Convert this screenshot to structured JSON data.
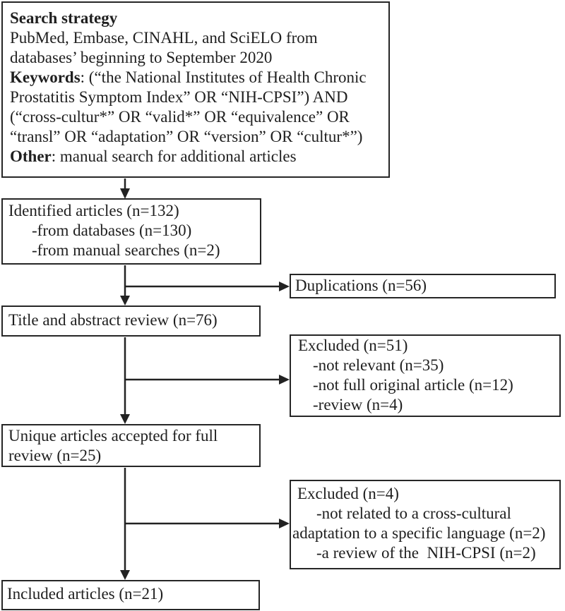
{
  "diagram": {
    "search_box": {
      "lines": [
        {
          "bold": "Search strategy",
          "text": ""
        },
        {
          "bold": "",
          "text": "PubMed, Embase, CINAHL, and SciELO from"
        },
        {
          "bold": "",
          "text": "databases’ beginning to September 2020"
        },
        {
          "bold": "Keywords",
          "text": ": (“the National Institutes of Health Chronic"
        },
        {
          "bold": "",
          "text": "Prostatitis Symptom Index” OR “NIH-CPSI”) AND"
        },
        {
          "bold": "",
          "text": "(“cross-cultur*” OR “valid*” OR “equivalence” OR"
        },
        {
          "bold": "",
          "text": "“transl” OR “adaptation” OR “version” OR “cultur*”)"
        },
        {
          "bold": "Other",
          "text": ": manual search for additional articles"
        }
      ]
    },
    "identified_box": {
      "title": "Identified articles (n=132)",
      "items": [
        "-from databases (n=130)",
        "-from manual searches (n=2)"
      ]
    },
    "duplications_box": {
      "label": "Duplications (n=56)"
    },
    "title_abstract_box": {
      "label": "Title and abstract review (n=76)"
    },
    "excluded_screening_box": {
      "title": "Excluded (n=51)",
      "items": [
        "-not relevant (n=35)",
        "-not full original article (n=12)",
        "-review (n=4)"
      ]
    },
    "full_review_box": {
      "label": "Unique articles accepted for full review (n=25)"
    },
    "excluded_full_box": {
      "title": "Excluded (n=4)",
      "lines": [
        "-not related to a cross-cultural",
        "adaptation to a specific language (n=2)",
        "-a review of the  NIH-CPSI (n=2)"
      ]
    },
    "included_box": {
      "label": "Included articles (n=21)"
    },
    "colors": {
      "border": "#262626",
      "line": "#222222",
      "text": "#1f1f1f",
      "background": "#ffffff"
    }
  }
}
